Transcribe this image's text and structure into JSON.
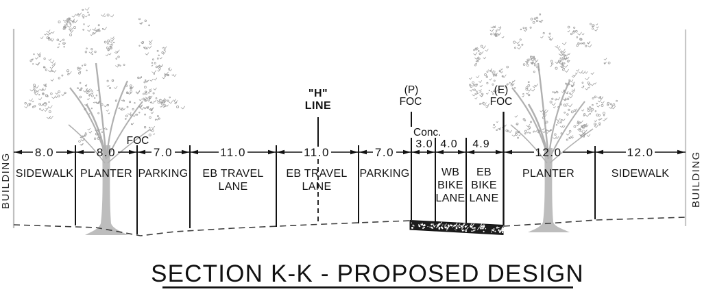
{
  "drawing_title": "SECTION K-K - PROPOSED DESIGN",
  "building_left": "BUILDING",
  "building_right": "BUILDING",
  "foc_left": "FOC",
  "h_line": {
    "l1": "\"H\"",
    "l2": "LINE"
  },
  "p_foc": {
    "l1": "(P)",
    "l2": "FOC"
  },
  "e_foc": {
    "l1": "(E)",
    "l2": "FOC"
  },
  "conc": "Conc.",
  "segments": [
    {
      "width": "8.0",
      "label": [
        "SIDEWALK"
      ]
    },
    {
      "width": "8.0",
      "label": [
        "PLANTER"
      ]
    },
    {
      "width": "7.0",
      "label": [
        "PARKING"
      ]
    },
    {
      "width": "11.0",
      "label": [
        "EB TRAVEL",
        "LANE"
      ]
    },
    {
      "width": "11.0",
      "label": [
        "EB TRAVEL",
        "LANE"
      ]
    },
    {
      "width": "7.0",
      "label": [
        "PARKING"
      ]
    },
    {
      "width": "3.0",
      "label": []
    },
    {
      "width": "4.0",
      "label": [
        "WB",
        "BIKE",
        "LANE"
      ]
    },
    {
      "width": "4.9",
      "label": [
        "EB",
        "BIKE",
        "LANE"
      ]
    },
    {
      "width": "12.0",
      "label": [
        "PLANTER"
      ]
    },
    {
      "width": "12.0",
      "label": [
        "SIDEWALK"
      ]
    }
  ]
}
